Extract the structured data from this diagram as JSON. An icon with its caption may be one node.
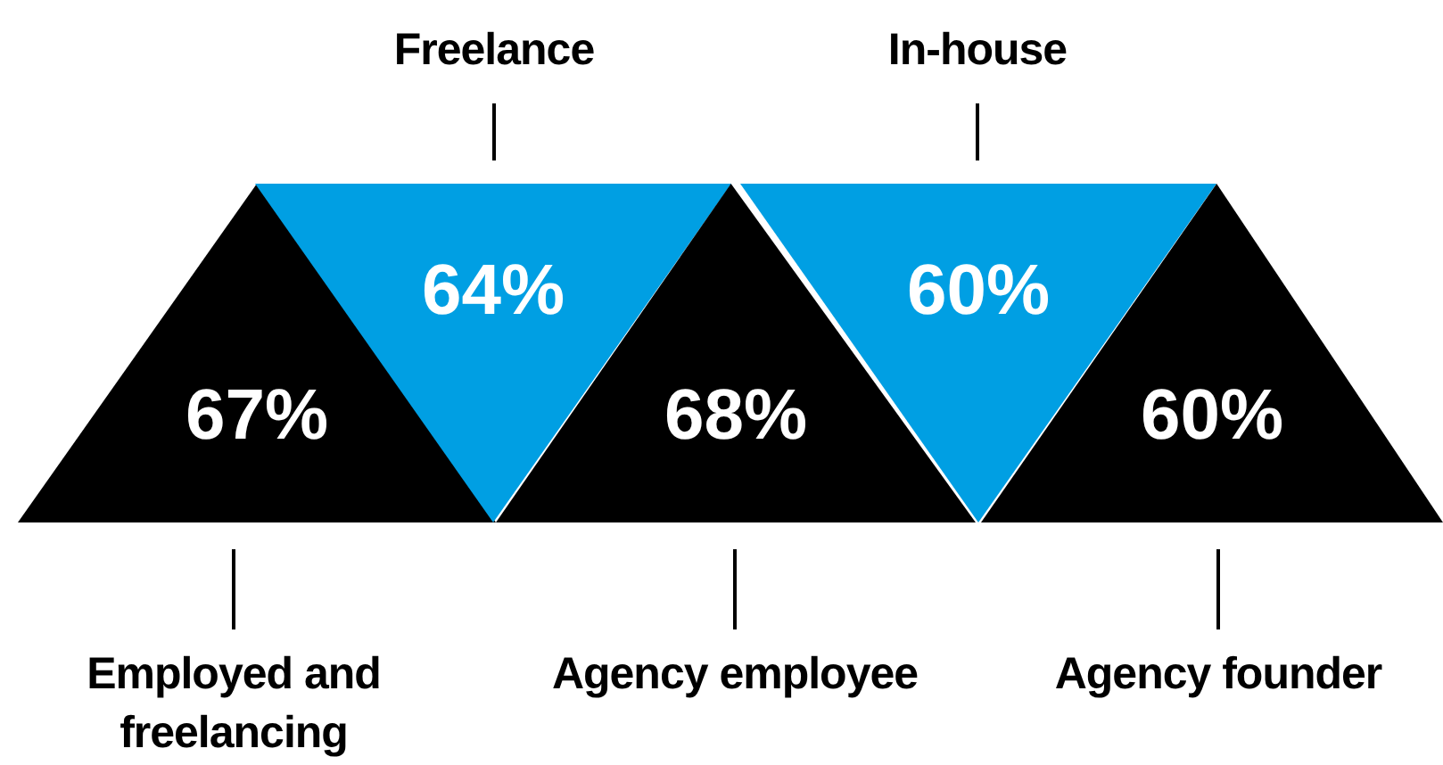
{
  "diagram": {
    "nodes": [
      {
        "text": [
          "67%"
        ]
      },
      {
        "text": [
          "64%"
        ]
      },
      {
        "text": [
          "68%"
        ]
      },
      {
        "text": [
          "60%"
        ]
      },
      {
        "text": [
          "60%"
        ]
      },
      {
        "text": [
          "Freelance"
        ]
      },
      {
        "text": [
          "In-house"
        ]
      },
      {
        "text": [
          "Employed and freelancing"
        ]
      },
      {
        "text": [
          "Agency employee"
        ]
      },
      {
        "text": [
          "Agency founder"
        ]
      }
    ],
    "edges": [
      {
        "from": 5,
        "to": 1,
        "arrow": "none"
      },
      {
        "from": 6,
        "to": 3,
        "arrow": "none"
      },
      {
        "from": 7,
        "to": 0,
        "arrow": "none"
      },
      {
        "from": 8,
        "to": 2,
        "arrow": "none"
      },
      {
        "from": 9,
        "to": 4,
        "arrow": "none"
      }
    ]
  }
}
